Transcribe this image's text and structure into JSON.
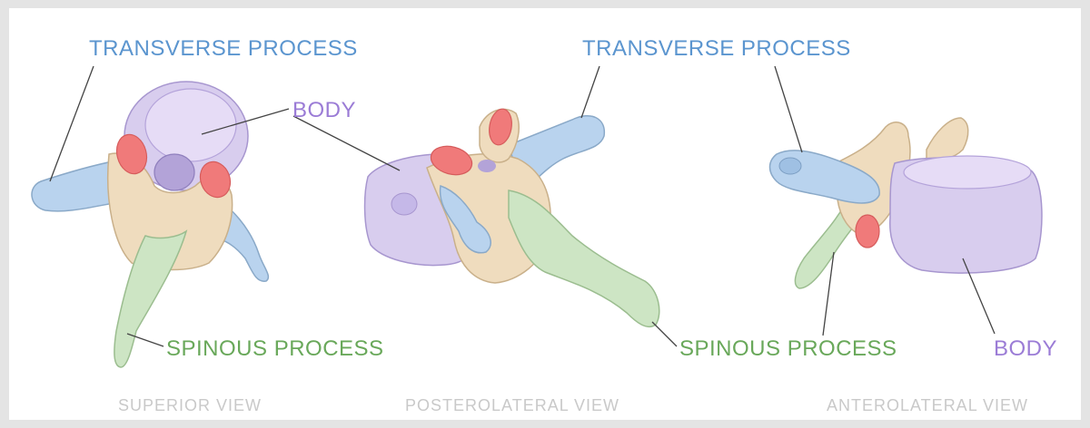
{
  "colors": {
    "transverse": "#5b95cf",
    "body": "#9b7cd6",
    "spinous": "#69a85a",
    "view_caption": "#c9c9c9",
    "facet": "#f07a7a"
  },
  "views": [
    {
      "caption": "SUPERIOR VIEW",
      "labels": {
        "transverse": "TRANSVERSE PROCESS",
        "body": "BODY",
        "spinous": "SPINOUS PROCESS"
      }
    },
    {
      "caption": "POSTEROLATERAL VIEW",
      "labels": {
        "transverse": "TRANSVERSE PROCESS",
        "spinous": "SPINOUS PROCESS"
      }
    },
    {
      "caption": "ANTEROLATERAL VIEW",
      "labels": {
        "spinous": "SPINOUS PROCESS",
        "body": "BODY"
      }
    }
  ]
}
